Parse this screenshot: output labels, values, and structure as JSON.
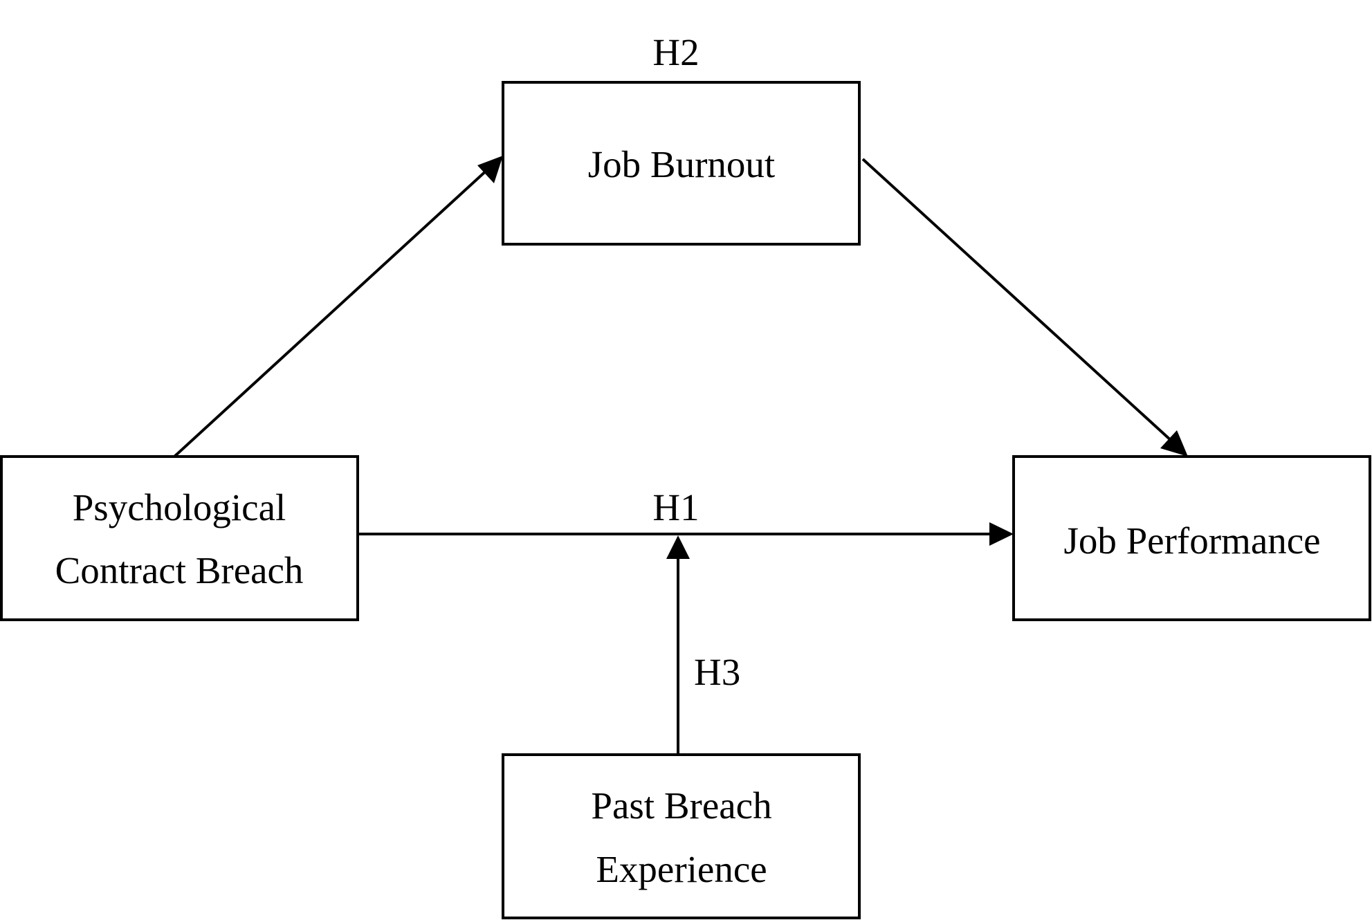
{
  "nodes": {
    "burnout": {
      "lines": [
        "Job Burnout"
      ]
    },
    "breach": {
      "lines": [
        "Psychological",
        "Contract Breach"
      ]
    },
    "performance": {
      "lines": [
        "Job Performance"
      ]
    },
    "past": {
      "lines": [
        "Past Breach",
        "Experience"
      ]
    }
  },
  "hypotheses": {
    "h1": "H1",
    "h2": "H2",
    "h3": "H3"
  },
  "colors": {
    "stroke": "#000000",
    "background": "#ffffff"
  }
}
